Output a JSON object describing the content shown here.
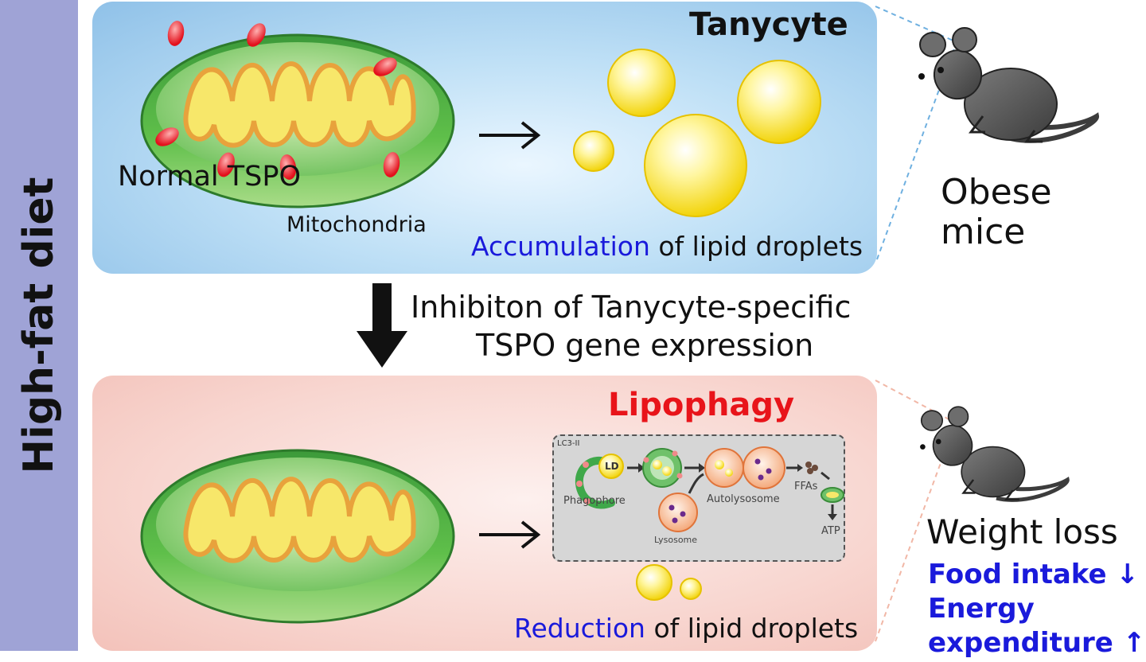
{
  "sidebar": {
    "label": "High-fat diet"
  },
  "top_panel": {
    "title": "Tanycyte",
    "normal_tspo_label": "Normal TSPO",
    "mitochondria_label": "Mitochondria",
    "caption_highlight": "Accumulation",
    "caption_rest": " of lipid droplets"
  },
  "middle": {
    "line1": "Inhibiton of Tanycyte-specific",
    "line2": "TSPO gene expression"
  },
  "bottom_panel": {
    "title": "Lipophagy",
    "caption_highlight": "Reduction",
    "caption_rest": " of lipid droplets",
    "inset": {
      "lc3": "LC3-II",
      "ld": "LD",
      "phagophore": "Phagophore",
      "lysosome": "Lysosome",
      "autolysosome": "Autolysosome",
      "ffas": "FFAs",
      "atp": "ATP"
    }
  },
  "right_top": {
    "line1": "Obese",
    "line2": "mice"
  },
  "right_bottom": {
    "title": "Weight loss",
    "food_intake": "Food intake ↓",
    "energy": "Energy",
    "expenditure": "expenditure ↑"
  },
  "colors": {
    "accent_blue": "#1a1adb",
    "lipophagy_red": "#e8141a",
    "sidebar": "#9fa3d6"
  },
  "icons": [
    "mouse-icon",
    "mitochondrion-icon",
    "lipid-droplet-icon",
    "arrow-right-icon",
    "arrow-down-icon"
  ]
}
